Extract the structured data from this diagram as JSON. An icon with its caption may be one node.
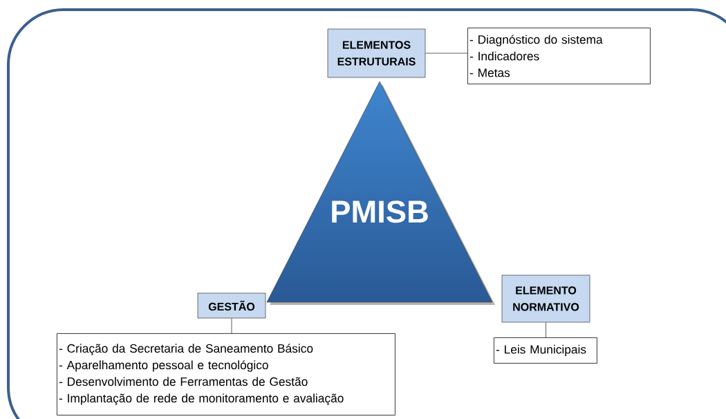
{
  "diagram": {
    "nodes": [
      {
        "text": [
          "PMISB"
        ]
      },
      {
        "text": [
          "ELEMENTOS ESTRUTURAIS"
        ]
      },
      {
        "text": [
          "- Diagnóstico do sistema",
          "- Indicadores",
          "- Metas"
        ]
      },
      {
        "text": [
          "GESTÃO"
        ]
      },
      {
        "text": [
          "- Criação da Secretaria de Saneamento Básico",
          "- Aparelhamento pessoal e tecnológico",
          "- Desenvolvimento de Ferramentas de Gestão",
          "- Implantação de rede de monitoramento e avaliação"
        ]
      },
      {
        "text": [
          "ELEMENTO NORMATIVO"
        ]
      },
      {
        "text": [
          "- Leis Municipais"
        ]
      }
    ],
    "edges": [
      {
        "from": 1,
        "to": 2,
        "arrow": "none"
      },
      {
        "from": 3,
        "to": 4,
        "arrow": "none"
      },
      {
        "from": 5,
        "to": 6,
        "arrow": "none"
      }
    ]
  }
}
